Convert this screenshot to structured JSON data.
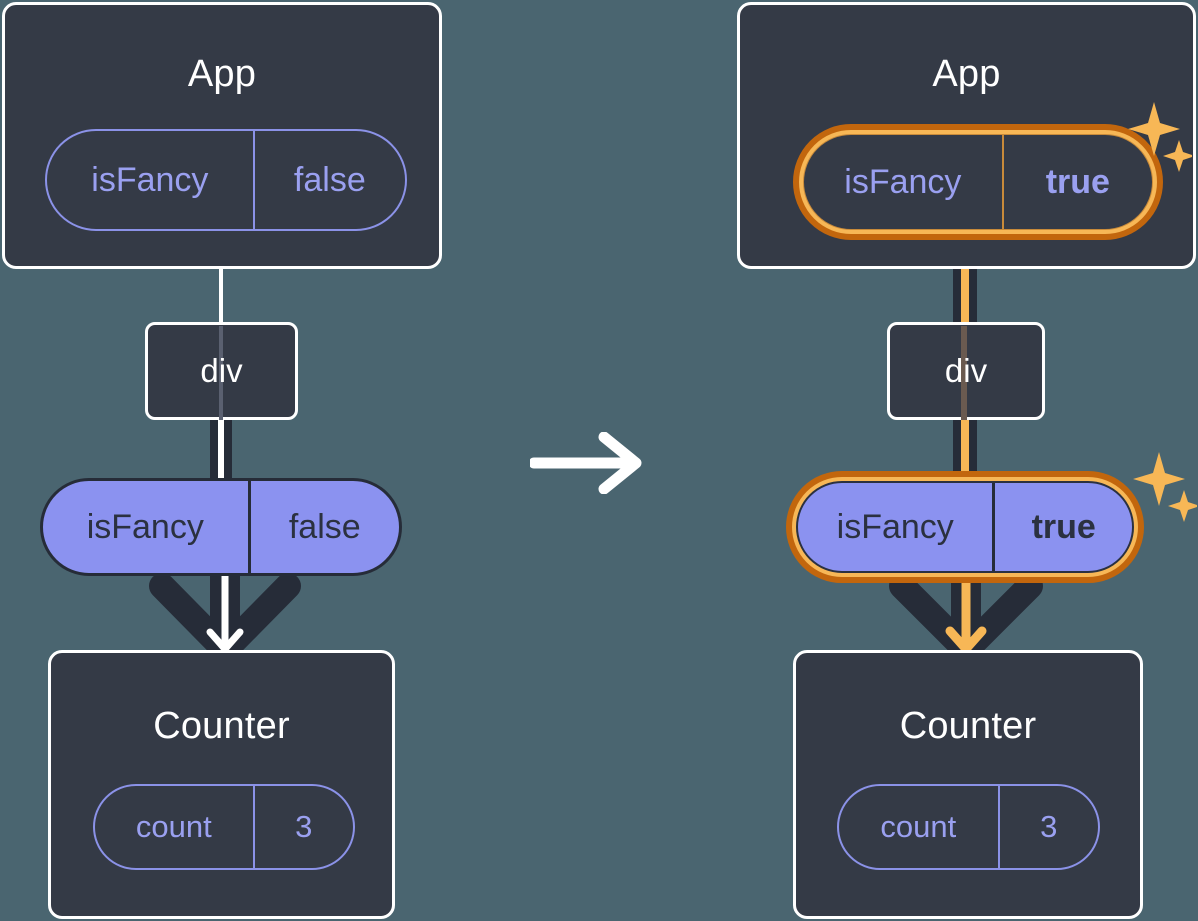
{
  "diagram": {
    "title_semantic": "react-state-propagation-before-after",
    "transition_arrow": "arrow-right-icon",
    "colors": {
      "background": "#4a6570",
      "panel_fill": "#343a46",
      "panel_stroke": "#ffffff",
      "pill_outline_stroke": "#8b92e8",
      "pill_outline_text": "#9aa0f0",
      "pill_filled_fill": "#8b92f0",
      "pill_filled_stroke": "#262c38",
      "pill_filled_text": "#2b3140",
      "highlight_outer": "#c2660d",
      "highlight_inner": "#f7b756",
      "sparkle": "#f7b756",
      "line_dark": "#262c38",
      "line_light": "#ffffff",
      "line_accent": "#f7b756"
    }
  },
  "before": {
    "app": {
      "title": "App",
      "state_pill": {
        "name": "isFancy",
        "value": "false",
        "highlighted": false
      }
    },
    "div": {
      "label": "div"
    },
    "prop_pill": {
      "name": "isFancy",
      "value": "false",
      "highlighted": false
    },
    "counter": {
      "title": "Counter",
      "state_pill": {
        "name": "count",
        "value": "3",
        "highlighted": false
      }
    }
  },
  "after": {
    "app": {
      "title": "App",
      "state_pill": {
        "name": "isFancy",
        "value": "true",
        "highlighted": true
      }
    },
    "div": {
      "label": "div"
    },
    "prop_pill": {
      "name": "isFancy",
      "value": "true",
      "highlighted": true
    },
    "counter": {
      "title": "Counter",
      "state_pill": {
        "name": "count",
        "value": "3",
        "highlighted": false
      }
    }
  }
}
